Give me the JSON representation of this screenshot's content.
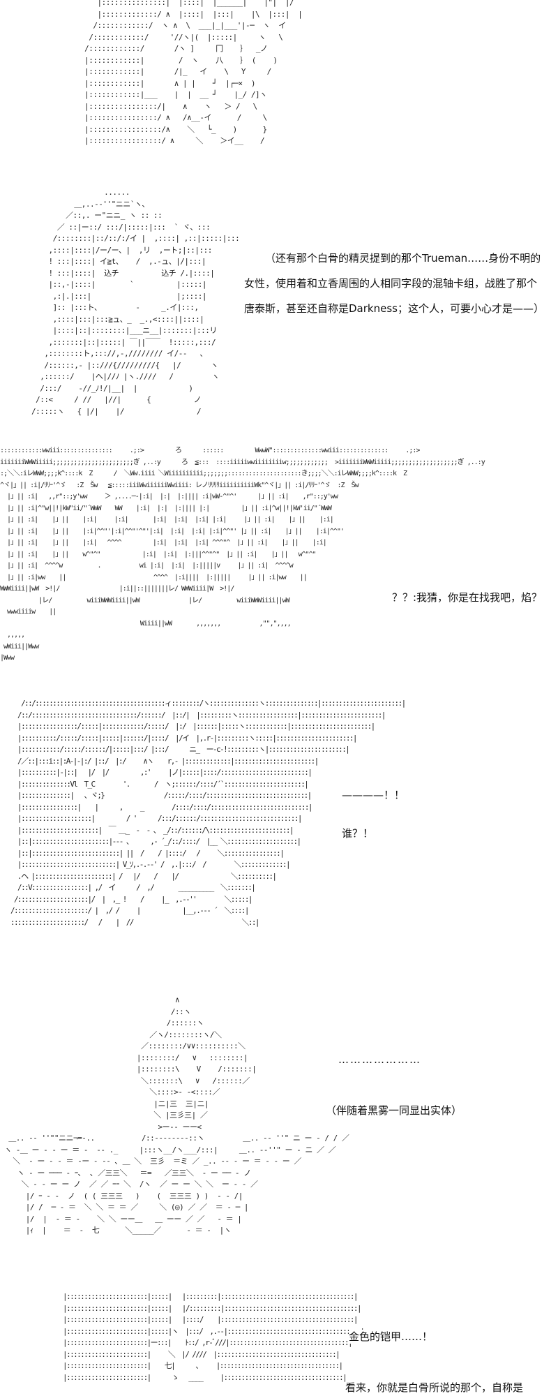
{
  "panels": [
    {
      "art": [
        "    |:::::::::::::::|  |::::|  |______|    |\"|  |/",
        "    |:::::::::::::/ ∧  |::::|  |:::|    |\\  |:::|  |",
        "   /::::::::::::/  ヽ ∧  \\  ___|_|___'|-─  ヽ  イ",
        "  /::::::::::::/     '//ヽ|(  |:::::|     ヽ   \\",
        " /::::::::::::/       /ヽ ]     冂    ｝  _ノ",
        " |::::::::::::|        /  ヽ    八    ｝ (    )",
        " |::::::::::::|       /|_   イ    \\   Y     /",
        " |::::::::::::|       ∧ | |    ┘  |┌─×  )",
        " |::::::::::::|___    |  |  __ ┘    |_/ /]ヽ",
        " |::::::::::::::::/|    ∧    ヽ   ＞ /   \\",
        " |::::::::::::::::/ ∧   /∧__-イ      /     \\",
        " |:::::::::::::::::/∧    ＼   └_    )      }",
        " |:::::::::::::::::/ ∧     ＼    ＞イ__    /"
      ]
    },
    {
      "art": [
        "                 ......",
        "          ＿,..-‐''\"ニニ`ヽ、",
        "        ／::,. ー\"ニニ_ ヽ :: ::",
        "      ／ ::|ー::/ :::/|:::::|:::  ` ヾ、:::",
        "     /::::::::|::/::/:/イ |  ,::::| ,::|:::::|:::",
        "    ,::::|::::|/ー/ー、|  ,リ  ,ート;|::|:::",
        "    ! :::|::::| イ≧t、   /  ,.-ュ、|/|:::|",
        "    ! :::|::::|  込チ          込チ /.|::::|",
        "    |::,-|::::|        `          |:::::|",
        "     ,:|.|:::|                    |;::::|",
        "     ]:: |:::ト、        -     _.イ|:::,",
        "     ,::::|:::|:::≧ュ、_  _.,<::::||::::|",
        "     |::::|::|::::::::|___ニ__|:::::::|:::リ",
        "    ,:::::::|::|:::::| ￣||￣￣  !:::::,:::/",
        "   ,::::::::ト,::://,‐,//////// イ/‐‐   、",
        "   /::::::,‐ |::///{/////////{   |/       ヽ",
        "  ,::::::/    |ヘ|//ﾉ |ヽ.////   /         ヽ",
        "  /:::/    ‐//_ﾉ!/|__|  |            )",
        " /::<     / //   |//|      {          ノ",
        "/:::::ヽ   { |/|    |/                 /"
      ]
    },
    {
      "art": [
        "::::::::::::wwiii:::::::::::::::     .;:>         ろ      ::::::         WwwW\"::::::::::::::wwiii::::::::::::::     .;:>",
        "iiiiiiiWWWiiiii;;;;;;;;;;;;;;;;;;;;;;;ぎ ,..:y      ろ  ≦:::  ::::iiiiiwwiiiiiiiiw;;;;;;;;;;;;  >iiiiiiiWWWiiiii;;;;;;;;;;;;;;;;;;;ぎ ,..:y",
        ":;＼＼:iレWWW;;;;k^::::k  Z      /  ＼Ww.iiii ＼Wiiiiiiiiii;;;;;;;:::::::::::::::::::::き;;;;＼＼:iレWWW;;;;k^::::k  Z",
        "^ヾ|」|| :i|/ﾘﾘｰ'^ゞ   :Z  Šw   ≦:::::iiiWwiiiiiiWwiiii: レノﾘﾘﾘﾘiiiiiiiiiiWk\"^ヾ|」|| :i|/ﾘﾘｰ'^ゞ  :Z  Šw",
        "  |」|| :i|   ,,r\"::;y'ww     ＞ ,....─‐|:i|  |:|  |:|||| :i|wW‐^\"^'      |」|| :i|    ,r\"::;y'ww",
        "  |」|| :i|^\"w||!|kW\"ii/\"´WWW    WW    |:i|  |:|  |:|||| |:|         |」|| :i|^w||!|kW'ii/\"´WWW",
        "  |」|| :i|    |」||    |:i|     |:i|       |:i|  |:i|  |:i| |:i|     |」|| :i|    |」||    |:i|",
        "  |」|| :i|    |」||    |:i|^^\"'|:i|^^\"'^\"'|:i|  |:i|  |:i| |:i|^^\"' |」|| :i|    |」||    |:i|^^\"'",
        "  |」|| :i|    |」||    |:i|   ^^^^         |:i|  |:i|  |:i| ^^^\"^  |」|| :i|    |」||    |:i|",
        "  |」|| :i|    |」||    w^\"^\"            |:i|  |:i|  |:|||^^\"^\"  |」|| :i|    |」||   w^\"^\"",
        "  |」|| :i|  ^^^^w          .           wi |:i|  |:i|  |:|||||v     |」|| :i|  ^^^^w",
        "  |」|| :i|ww    ||                         ^^^^  |:i||||  |:|||||     |」|| :i|ww    ||",
        "WWWiiii||wW  >!|/                 |:i||::|||||||レ/ WWWiiii|W  >!|/",
        "           |レ/          wiiiWWWiiii||wW              |レ/          wiiiWWWiiii||wW",
        "  wwwiiiiw    ||",
        "                                        Wiiii||wW       ,,,,,,,           ,\"\",\",,,,",
        "  ,,,,,",
        " wWiii||Www",
        "|Www"
      ]
    },
    {
      "art": [
        "   /::/:::::::::::::::::::::::::::::::::::::ィ::::::::/ヽ::::::::::::::ヽ:::::::::::::::|:::::::::::::::::::::::|",
        "  /::/::::::::::::::::::::::::::::::/::::::/  |::/|  |:::::::::ヽ:::::::::::::::::|:::::::::::::::::::::::|",
        "  |::::::::::::::::/:::::|::::::::::::/:::::/  |:/  |::::::|:::::ヽ::::::::::::|:::::::::::::::::::::::|",
        "  |::::::::::/:::::/:::::|:::::|::::::/|::::/  |/イ  |,.r‐|:::::::::ヽ:::::|::::::::::::::::::::::|",
        "  |:::::::::::/:::::/::::::/|:::::|:::/ |:::/      ニ_  ー-c‐!:::::::::ヽ|::::::::::::::::::::::|",
        "  /／::|:::i::|:A‐|‐|:/ |::/  |:/     ∧ヽ    r,‐ |:::::::::::::|:::::::::::::::::::::::|",
        "  |::::::::::|-|::|   |/  |/         ,:'     |ノ|:::::|::::/:::::::::::::::::::::::::|",
        "  |::::::::::::::Vl  T_C        '.       /  ヽ;::::::/::::/´`:::::::::::::::::::::::|",
        "  |::::::::::::::|   、ヾ;}                 /:::::/::::/:::::::::::::::::::::::::::::|",
        "  |::::::::::::::::|    |      ,     _        /::::/::::/::::::::::::::::::::::::::::|",
        "  |::::::::::::::::::::|         / '      /:::/::::::/::::::::::::::::::::::::::::|",
        "  |::::::::::::::::::::::|  ￣ ＿_  -  ‐ 、 _/::/::::::/\\:::::::::::::::::::::::|",
        "  |::|::::::::::::::::::::::|-‐- 、     ,‐ ´_/::/::::/  |__ ＼::::::::::::::::::::|",
        "  |::|:::::::::::::::::::::::::| ||  /    / |::::/   /     ＼::::::::::::::::|",
        "  |:::::::::::::::::::::::::::| V_ｿ,.-.-‐' /  ,.|:::/  /        ＼:::::::::::::|",
        "  .ヘ |::::::::::::::::::::::| /   |/    /    |/               ＼::::::::::|",
        "  /::V::::::::::::::::| ,/  イ      /  ,/       __________  ＼:::::::|",
        " /::::::::::::::::::::|/  |  ,_ !    /     |_  ,.-‐''        ＼:::::|",
        "/:::::::::::::::::::::/ |  ,/ /     |            |__,.-‐‐ ´  ＼::::|",
        ":::::::::::::::::::::/   /    |  //                               ＼::|"
      ]
    },
    {
      "art": [
        "                                         ∧",
        "                                        /::ヽ",
        "                                       /::::::ヽ",
        "                                   ／ヽ/::::::::ヽ/＼",
        "                                 ／::::::::/∨∨::::::::::＼",
        "                                |::::::::/   ∨   ::::::::|",
        "                                |::::::::\\    V    /:::::::|",
        "                                 ＼:::::::\\   ∨   /::::::／",
        "                                   ＼::::>‐ ‐<::::／",
        "                                    |ニ|三  三|ニ|",
        "                                    ＼ |三彡三| ／",
        "                                     >ー‐‐ ーー<",
        "  ＿.. -‐ ''\"\"ニニ¬=-..           /::-‐‐‐‐‐‐-::ヽ         ＿.. -‐ ''\" ニ ー - / / ／",
        " ヽ ‐＿ ー ‐ ‐ ー ＝ ‐  ‐- ._     |:::ヽ__/ヽ___/:::|     ＿.. -‐''\" ー ‐ ニ ／ ／",
        "   ＼  ‐ ー ‐ ‐ ＝ ‐ー ‐ -‐ ､ ＿ ＼  三彡  ＝ミ ／ _.. -‐ ‐ ー ＝ ‐ ‐ ー ／",
        "    ヽ ‐ ー ─── ‐ ｰ､  ､ ／三三＼   ＝=   ／三三＼  ‐ ー ── ‐ ノ",
        "     ＼ ‐ ‐ ー ー ノ  ／ ／ ｰｰ ＼  /ヽ  ／ ー ー ＼ ＼  ー ‐ ‐ ／",
        "      |/ ｰ ‐ ‐  ノ  ( ( 三三三   )    (  三三三 ) )  ‐ ‐ /|",
        "      |/ /  ─ ‐ ＝  ＼ ＼ ＝ ＝ ／     ＼ (◎) ／ ／  ＝ ‐ ─ |",
        "      |/  |  ‐ ＝ ‐    ＼ ＼ ーー＿   ＿ ーー ／ ／   ‐ ＝ |",
        "      |ｨ  |    ＝  ‐  七      ＼_____／      ‐ ＝ ‐  |ヽ"
      ]
    },
    {
      "art": [
        "  |:::::::::::::::::::::::|:::::|   |:::::::::|::::::::::::::::::::::::::::::::::::::|",
        "  |:::::::::::::::::::::::|:::::|   |/:::::::::|::::::::::::::::::::::::::::::::::::::|",
        "  |:::::::::::::::::::::::|:::::|   |::::/    |::::::::::::::::::::::::::::::::::::::|",
        "  |:::::::::::::::::::::::|:::::|ヽ  |:::/  ,.-‐|::::::::::::::::::::::::::::::::::::::|",
        "  |:::::::::::::::::::::::|ー:::|    ﾄ::/ ,r‐ﾞ///|::::::::::::::::::::::::::::::::::|",
        "  |:::::::::::::::::::::::|     ＼  |/ ////  |::::::::::::::::::::::::::::::::::|",
        "  |:::::::::::::::::::::::|    七|      、    |::::::::::::::::::::::::::::::::::|",
        "  |:::::::::::::::::::::::|      ゝ   ____     |::::::::::::::::::::::::::::::::::|"
      ]
    }
  ],
  "narration": {
    "p2_text": "（还有那个白骨的精灵提到的那个Trueman……身份不明的女性，使用着和立香周围的人相同字段的混轴卡组，战胜了那个唐泰斯，甚至还自称是Darkness；这个人，可要小心才是——）",
    "p3_text": "？？:我猜，你是在找我吧，焰？",
    "p4_line1": "————！！",
    "p4_line2": "谁？！",
    "p5_line1": "…………………",
    "p5_line2": "（伴随着黑雾一同显出实体）",
    "p6_line1": "金色的铠甲……！",
    "p6_line2": "看来，你就是白骨所说的那个，自称是"
  }
}
